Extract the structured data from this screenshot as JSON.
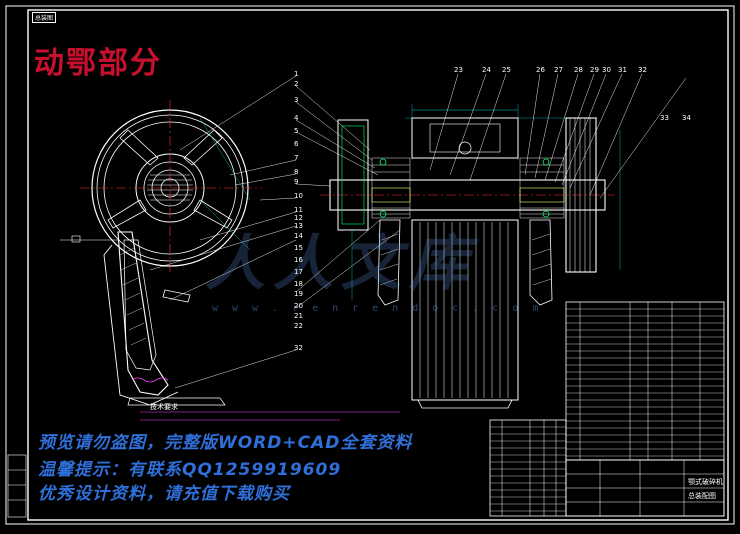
{
  "title": "动鄂部分",
  "corner_tag": "总装图",
  "watermarks": {
    "line1": "预览请勿盗图，完整版WORD+CAD全套资料",
    "line2": "温馨提示：有联系QQ1259919609",
    "line3": "优秀设计资料，请充值下载购买",
    "center_mark": "人人文库",
    "center_url": "www.renrendoc.com"
  },
  "tech_req_title": "技术要求",
  "part_labels_left": [
    "1",
    "2",
    "3",
    "4",
    "5",
    "6",
    "7",
    "8",
    "9",
    "10",
    "11",
    "12",
    "13",
    "14",
    "15",
    "16",
    "17",
    "18",
    "19",
    "20",
    "21",
    "22",
    "32"
  ],
  "part_labels_top": [
    "23",
    "24",
    "25",
    "26",
    "27",
    "28",
    "29",
    "30",
    "31",
    "32",
    "33",
    "34"
  ],
  "title_block": {
    "name": "颚式破碎机",
    "sub": "总装配图"
  },
  "colors": {
    "line": "#ffffff",
    "center": "#ff3030",
    "dim": "#00d0d0",
    "accent": "#00ff66",
    "yellow": "#ffff66",
    "magenta": "#ff40ff",
    "watermark": "#2f6fd9"
  }
}
